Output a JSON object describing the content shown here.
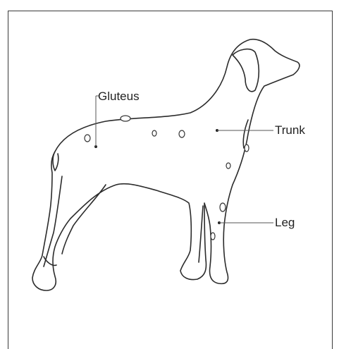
{
  "labels": {
    "gluteus": "Gluteus",
    "trunk": "Trunk",
    "leg": "Leg"
  },
  "colors": {
    "outline": "#2b2b2b",
    "frame": "#3a3a3a",
    "background": "#ffffff"
  }
}
